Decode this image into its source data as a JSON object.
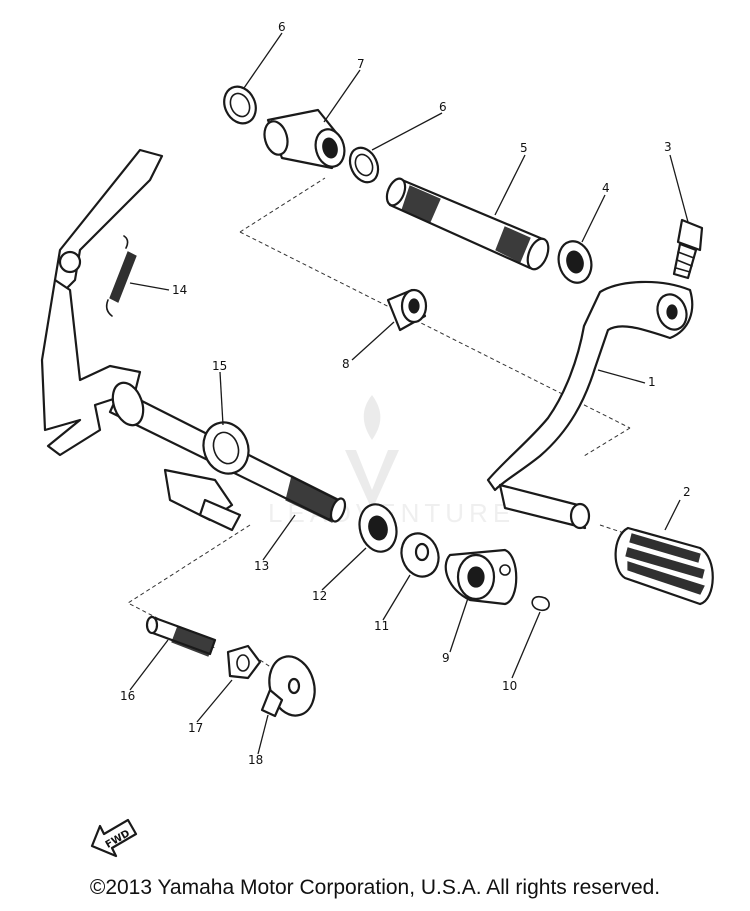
{
  "parts": [
    {
      "num": "1"
    },
    {
      "num": "2"
    },
    {
      "num": "3"
    },
    {
      "num": "4"
    },
    {
      "num": "5"
    },
    {
      "num": "6"
    },
    {
      "num": "6"
    },
    {
      "num": "7"
    },
    {
      "num": "8"
    },
    {
      "num": "9"
    },
    {
      "num": "10"
    },
    {
      "num": "11"
    },
    {
      "num": "12"
    },
    {
      "num": "13"
    },
    {
      "num": "14"
    },
    {
      "num": "15"
    },
    {
      "num": "16"
    },
    {
      "num": "17"
    },
    {
      "num": "18"
    }
  ],
  "direction_label": "FWD",
  "watermark_text": "LEADVENTURE",
  "copyright": "©2013 Yamaha Motor Corporation, U.S.A. All rights reserved."
}
